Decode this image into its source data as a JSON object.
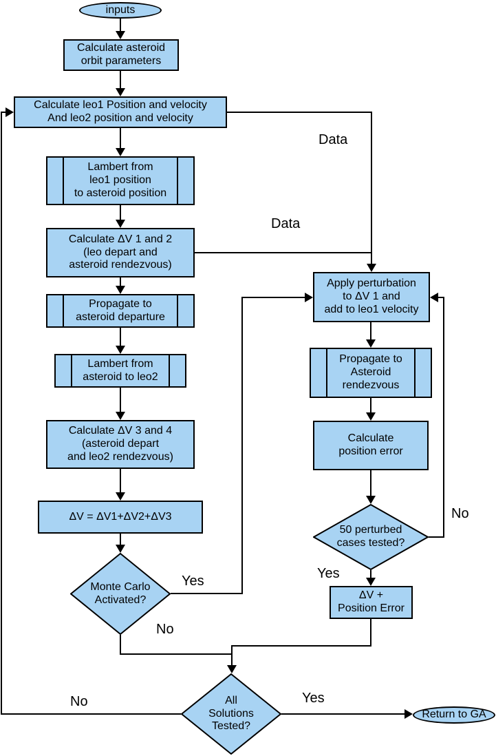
{
  "nodes": {
    "inputs": {
      "label": "inputs",
      "type": "terminator"
    },
    "calc_asteroid": {
      "label": "Calculate asteroid\norbit parameters",
      "type": "process"
    },
    "calc_leo": {
      "label": "Calculate leo1 Position and velocity\nAnd leo2 position and velocity",
      "type": "process"
    },
    "lambert1": {
      "label": "Lambert from\nleo1 position\nto asteroid position",
      "type": "predefined-process"
    },
    "calc_dv12": {
      "label": "Calculate ΔV 1 and 2\n(leo depart and\nasteroid rendezvous)",
      "type": "process"
    },
    "propagate_dep": {
      "label": "Propagate to\nasteroid departure",
      "type": "predefined-process"
    },
    "lambert2": {
      "label": "Lambert from\nasteroid to leo2",
      "type": "predefined-process"
    },
    "calc_dv34": {
      "label": "Calculate ΔV 3 and 4\n(asteroid depart\nand leo2 rendezvous)",
      "type": "process"
    },
    "dv_sum": {
      "label": "ΔV = ΔV1+ΔV2+ΔV3",
      "type": "process"
    },
    "monte_carlo": {
      "label": "Monte Carlo\nActivated?",
      "type": "decision"
    },
    "apply_pert": {
      "label": "Apply perturbation\nto ΔV 1 and\nadd to leo1 velocity",
      "type": "process"
    },
    "propagate_rdv": {
      "label": "Propagate to\nAsteroid\nrendezvous",
      "type": "predefined-process"
    },
    "pos_error": {
      "label": "Calculate\nposition error",
      "type": "process"
    },
    "fifty_cases": {
      "label": "50 perturbed\ncases tested?",
      "type": "decision"
    },
    "dv_pos_error": {
      "label": "ΔV +\nPosition Error",
      "type": "process"
    },
    "all_solutions": {
      "label": "All\nSolutions\nTested?",
      "type": "decision"
    },
    "return_ga": {
      "label": "Return to GA",
      "type": "terminator"
    }
  },
  "edge_labels": {
    "data_top": "Data",
    "data_mid": "Data",
    "mc_yes": "Yes",
    "mc_no": "No",
    "fifty_no": "No",
    "fifty_yes": "Yes",
    "all_no": "No",
    "all_yes": "Yes"
  },
  "colors": {
    "node_fill": "#A8D3F3",
    "node_border": "#000000",
    "line": "#000000",
    "background": "#FFFFFF"
  }
}
